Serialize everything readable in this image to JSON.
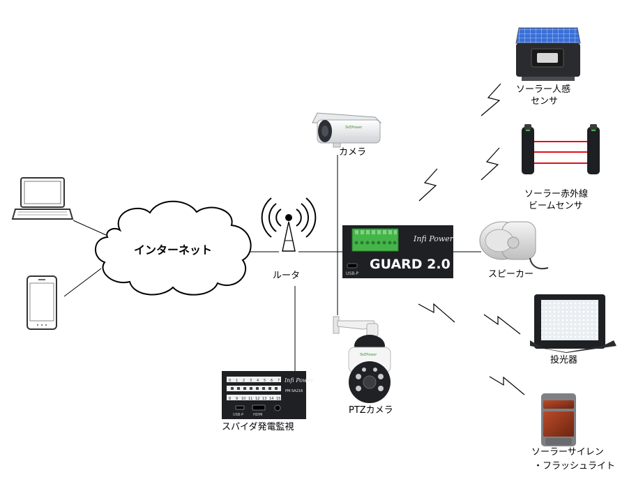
{
  "nodes": {
    "internet": {
      "label": "インターネット"
    },
    "router": {
      "label": "ルータ"
    },
    "camera": {
      "label": "カメラ",
      "brand": "SkEPower"
    },
    "ptz_camera": {
      "label": "PTZカメラ",
      "brand": "SkEPower"
    },
    "guard": {
      "name": "GUARD 2.0",
      "port_label": "USB-P",
      "brand": "Infi Power"
    },
    "spider": {
      "label": "スパイダ発電監視",
      "model": "PM-SA216",
      "usb_label": "USB-P",
      "hdmi_label": "HDMI",
      "brand": "Infi Power",
      "channels_top": [
        "0",
        "1",
        "2",
        "3",
        "4",
        "5",
        "6",
        "7"
      ],
      "channels_bottom": [
        "8",
        "9",
        "10",
        "11",
        "12",
        "13",
        "14",
        "15"
      ]
    },
    "solar_sensor": {
      "label_line1": "ソーラー人感",
      "label_line2": "センサ"
    },
    "beam_sensor": {
      "label_line1": "ソーラー赤外線",
      "label_line2": "ビームセンサ"
    },
    "speaker": {
      "label": "スピーカー"
    },
    "floodlight": {
      "label": "投光器"
    },
    "siren": {
      "label_line1": "ソーラーサイレン",
      "label_line2": "・フラッシュライト"
    }
  },
  "colors": {
    "line": "#000000",
    "device_dark": "#1e2023",
    "terminal_green": "#45b54a",
    "beam_red": "#e0101a",
    "solar_blue": "#3a6fd8"
  }
}
